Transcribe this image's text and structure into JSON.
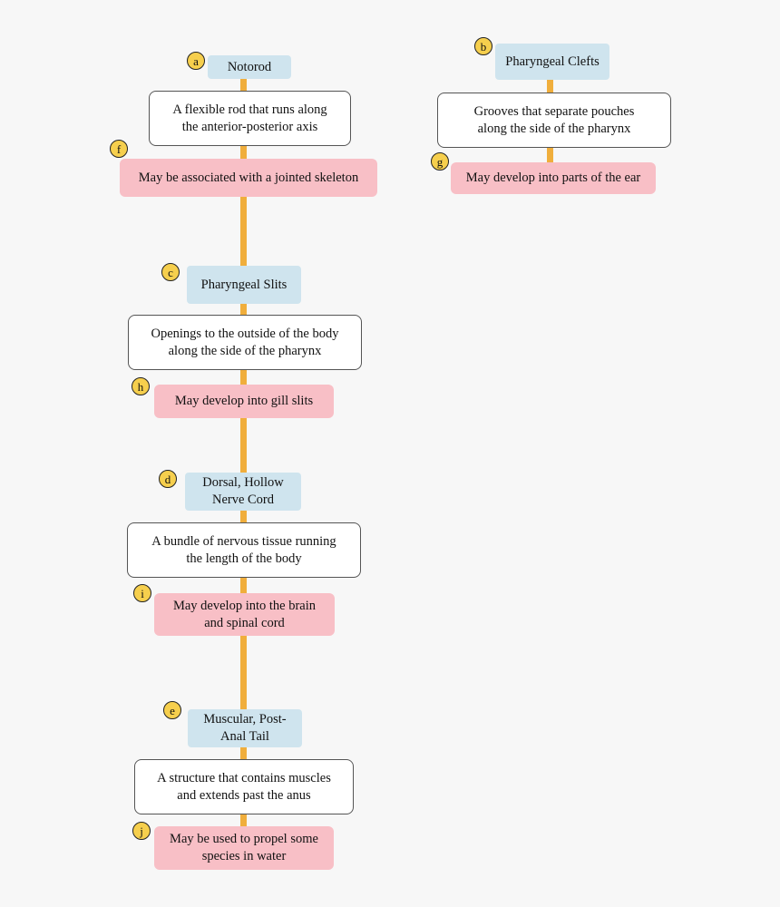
{
  "nodes": {
    "notochord": {
      "badge": "a",
      "title": "Notorod",
      "description": "A flexible rod that runs along\nthe anterior-posterior axis",
      "note": "May be associated with a jointed skeleton",
      "note_badge": "f"
    },
    "pharyngeal_clefts": {
      "badge": "b",
      "title": "Pharyngeal Clefts",
      "description": "Grooves  that  separate  pouches\nalong the side of the pharynx",
      "note": "May develop into parts of the ear",
      "note_badge": "g"
    },
    "pharyngeal_slits": {
      "badge": "c",
      "title": "Pharyngeal Slits",
      "description": "Openings to the outside of the body\nalong the side of the pharynx",
      "note": "May develop into gill slits",
      "note_badge": "h"
    },
    "nerve_cord": {
      "badge": "d",
      "title": "Dorsal,  Hollow\nNerve Cord",
      "description": "A bundle of nervous tissue running\nthe length of the body",
      "note": "May develop into the brain\nand spinal cord",
      "note_badge": "i"
    },
    "tail": {
      "badge": "e",
      "title": "Muscular,  Post-\nAnal Tail",
      "description": "A structure that contains muscles\nand extends past the anus",
      "note": "May be used to propel some\nspecies in water",
      "note_badge": "j"
    }
  },
  "colors": {
    "connector": "#f0ae3c",
    "title_fill": "#cfe4ee",
    "note_fill": "#f8bfc6",
    "badge_fill": "#f6cf4d"
  }
}
